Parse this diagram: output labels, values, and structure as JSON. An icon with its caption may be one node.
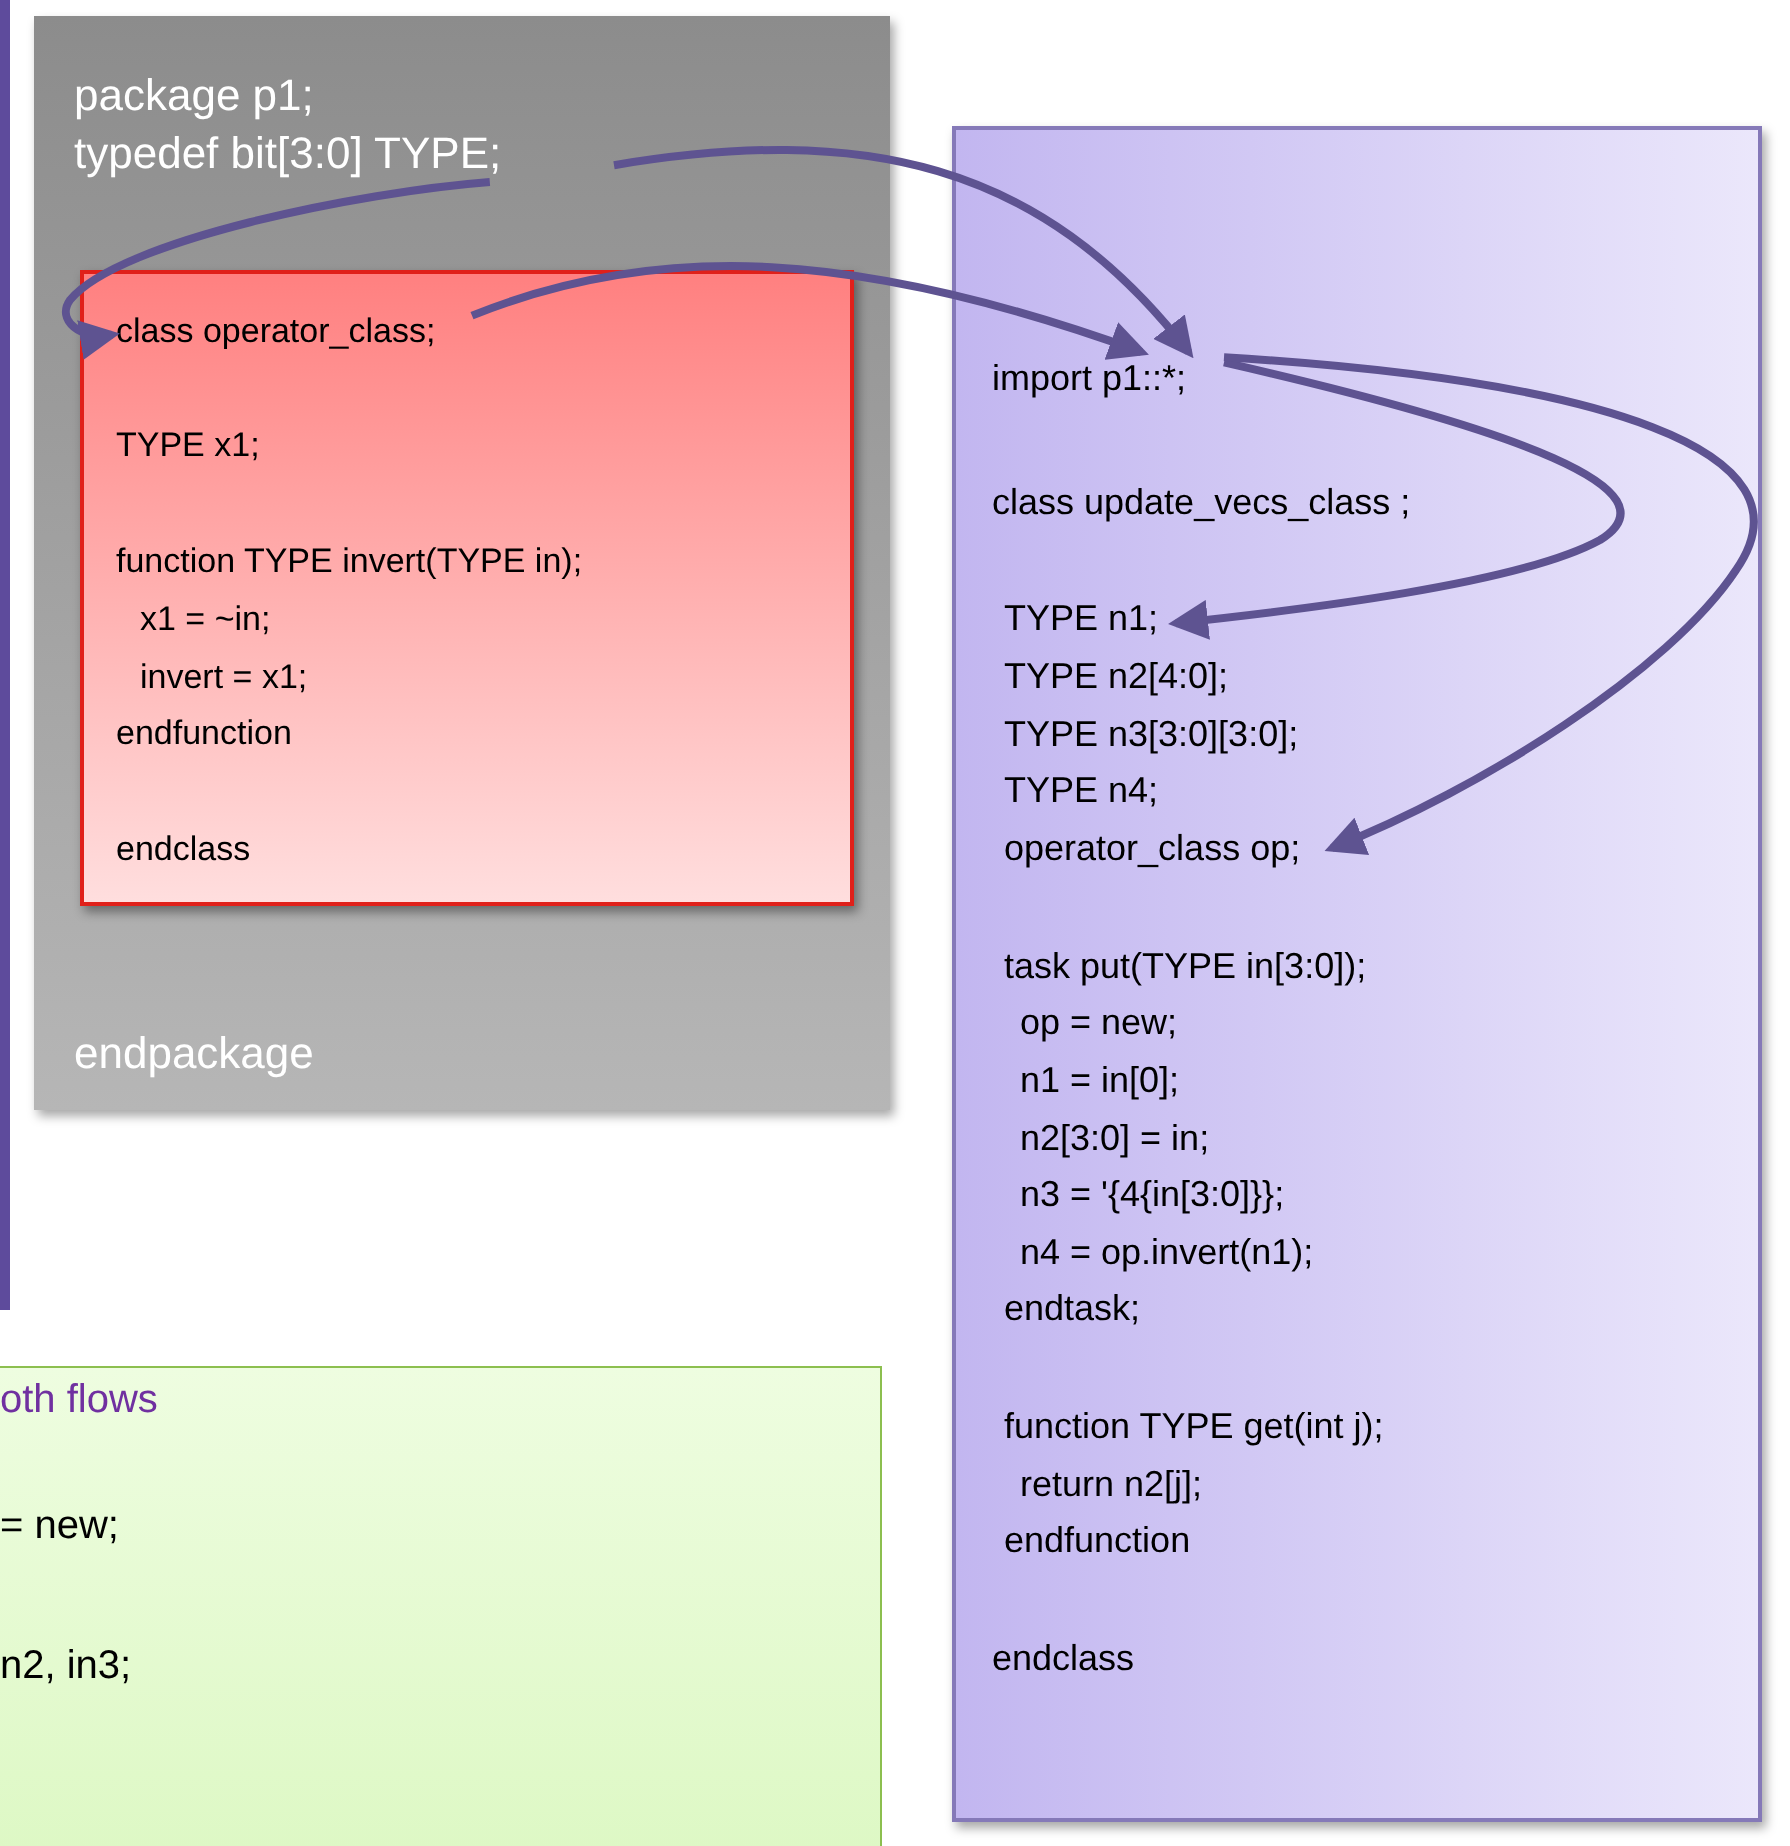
{
  "diagram": {
    "nodes": [
      {
        "text": [
          "package p1;",
          "endpackage"
        ]
      },
      {
        "text": [
          "typedef bit[3:0] TYPE;"
        ],
        "in": 0
      },
      {
        "text": [
          "TYPE x1;",
          "function TYPE invert(TYPE in);",
          "x1 =  ~in;",
          "invert = x1;",
          "endfunction",
          "endclass"
        ],
        "in": 0
      },
      {
        "text": [
          "class operator_class;"
        ],
        "in": 2
      },
      {
        "text": [
          "class update_vecs_class ;",
          "TYPE n2[4:0];",
          "TYPE n3[3:0][3:0];",
          "TYPE n4;",
          "task put(TYPE in[3:0]);",
          "op = new;",
          "n1 = in[0];",
          "n2[3:0] = in;",
          "n3 =  '{4{in[3:0]}};",
          "n4 = op.invert(n1);",
          "endtask;",
          "function TYPE get(int j);",
          "return n2[j];",
          "endfunction",
          "endclass"
        ]
      },
      {
        "text": [
          "import p1::*;"
        ],
        "in": 4
      },
      {
        "text": [
          "TYPE n1;"
        ],
        "in": 4
      },
      {
        "text": [
          "operator_class op;"
        ],
        "in": 4
      },
      {
        "text": [
          "oth flows",
          "= new;",
          "n2, in3;"
        ]
      }
    ],
    "edges": [
      {
        "from": 1,
        "to": 3,
        "arrow": "to"
      },
      {
        "from": 1,
        "to": 5,
        "arrow": "to"
      },
      {
        "from": 3,
        "to": 5,
        "arrow": "to"
      },
      {
        "from": 5,
        "to": 6,
        "arrow": "to"
      },
      {
        "from": 5,
        "to": 7,
        "arrow": "to"
      }
    ]
  }
}
